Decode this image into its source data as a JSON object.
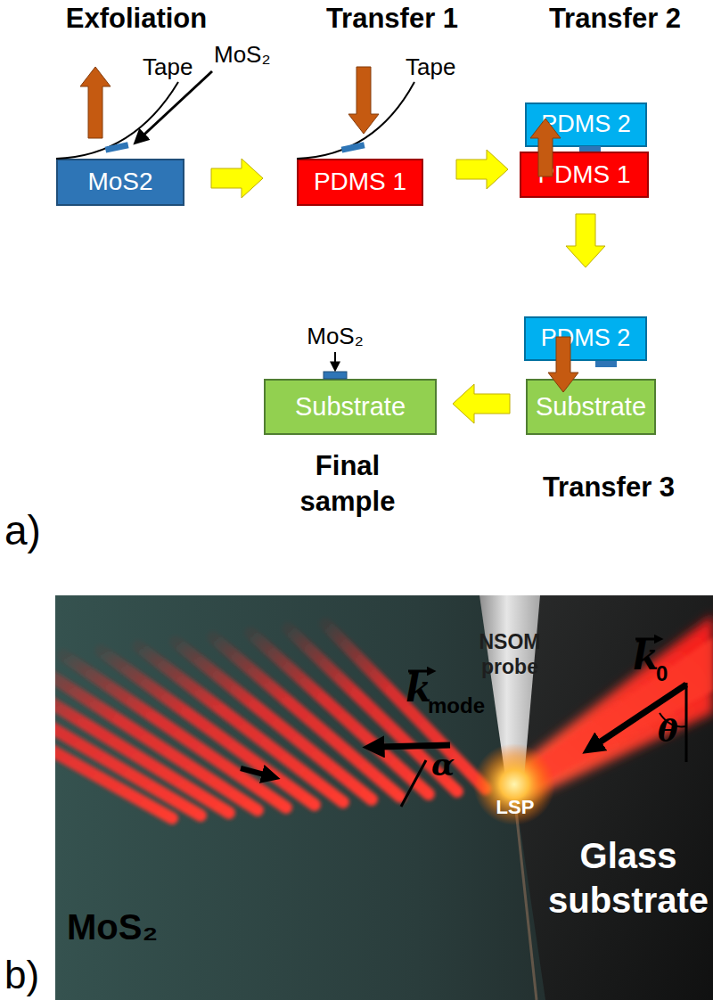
{
  "diagram": {
    "nodes": [
      {
        "text": [
          "MoS2"
        ]
      },
      {
        "text": [
          "PDMS 1"
        ]
      },
      {
        "text": [
          "PDMS 1"
        ]
      },
      {
        "text": [
          "PDMS 2"
        ]
      },
      {
        "text": [
          "PDMS 2"
        ]
      },
      {
        "text": [
          "Substrate"
        ]
      },
      {
        "text": [
          "Substrate"
        ]
      }
    ],
    "edges": [
      {
        "from": 0,
        "to": 1,
        "arrow": "to"
      },
      {
        "from": 1,
        "to": 2,
        "arrow": "to"
      },
      {
        "from": 2,
        "to": 4,
        "arrow": "to"
      },
      {
        "from": 5,
        "to": 6,
        "arrow": "to"
      }
    ],
    "labels": [
      "Exfoliation",
      "Transfer 1",
      "Transfer 2",
      "Tape",
      "MoS₂",
      "Tape",
      "MoS₂",
      "Final sample",
      "Transfer 3",
      "a)",
      "NSOM probe",
      "k",
      "0",
      "θ",
      "k",
      "mode",
      "α",
      "LSP",
      "Glass substrate",
      "MoS₂",
      "b)"
    ]
  }
}
